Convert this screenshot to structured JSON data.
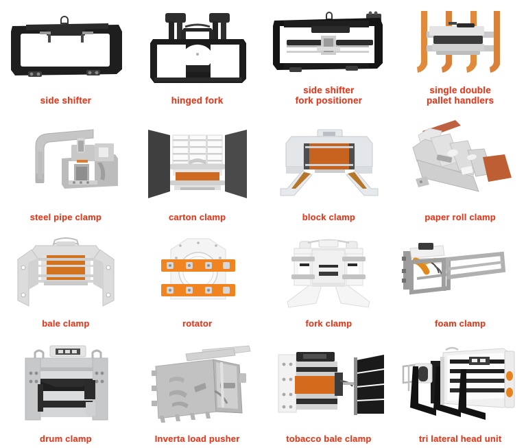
{
  "page": {
    "title": "Forklift Attachments Product Grid",
    "background_color": "#ffffff",
    "caption_color": "#E13A1E",
    "columns": 4,
    "rows": 4
  },
  "products": [
    {
      "id": "side-shifter",
      "label": "side shifter",
      "row": 1,
      "col": 1,
      "art": "black-rect-frame",
      "colors": [
        "#1c1c1c",
        "#2e2e2e"
      ]
    },
    {
      "id": "hinged-fork",
      "label": "hinged fork",
      "row": 1,
      "col": 2,
      "art": "black-hinged-fork",
      "colors": [
        "#1a1a1a",
        "#3a3a3a"
      ]
    },
    {
      "id": "side-shifter-fork-positioner",
      "label": "side shifter\nfork positioner",
      "row": 1,
      "col": 3,
      "art": "black-fork-positioner",
      "colors": [
        "#141414",
        "#c9c9c9"
      ]
    },
    {
      "id": "single-double-pallet-handlers",
      "label": "single double\npallet handlers",
      "row": 1,
      "col": 4,
      "art": "orange-pallet-handler",
      "colors": [
        "#E08A3C",
        "#c9c9c9"
      ]
    },
    {
      "id": "steel-pipe-clamp",
      "label": "steel pipe clamp",
      "row": 2,
      "col": 1,
      "art": "grey-pipe-clamp",
      "colors": [
        "#b9b9b9",
        "#8d8d8d"
      ]
    },
    {
      "id": "carton-clamp",
      "label": "carton clamp",
      "row": 2,
      "col": 2,
      "art": "carton-clamp",
      "colors": [
        "#4a4a4a",
        "#d9601f"
      ]
    },
    {
      "id": "block-clamp",
      "label": "block clamp",
      "row": 2,
      "col": 3,
      "art": "block-clamp",
      "colors": [
        "#dfe3e6",
        "#c8621f"
      ]
    },
    {
      "id": "paper-roll-clamp",
      "label": "paper roll clamp",
      "row": 2,
      "col": 4,
      "art": "paper-roll-clamp",
      "colors": [
        "#d8d8d8",
        "#bd5f33"
      ]
    },
    {
      "id": "bale-clamp",
      "label": "bale clamp",
      "row": 3,
      "col": 1,
      "art": "bale-clamp",
      "colors": [
        "#d5d7d8",
        "#d2731f"
      ]
    },
    {
      "id": "rotator",
      "label": "rotator",
      "row": 3,
      "col": 2,
      "art": "rotator",
      "colors": [
        "#f2f2f2",
        "#ef8420"
      ]
    },
    {
      "id": "fork-clamp",
      "label": "fork clamp",
      "row": 3,
      "col": 3,
      "art": "fork-clamp",
      "colors": [
        "#f0f0f0",
        "#b9b9b9"
      ]
    },
    {
      "id": "foam-clamp",
      "label": "foam clamp",
      "row": 3,
      "col": 4,
      "art": "foam-clamp",
      "colors": [
        "#b5b5b5",
        "#f09a1e"
      ]
    },
    {
      "id": "drum-clamp",
      "label": "drum clamp",
      "row": 4,
      "col": 1,
      "art": "drum-clamp",
      "colors": [
        "#c5c7c9",
        "#2b2b2b"
      ]
    },
    {
      "id": "inverta-load-pusher",
      "label": "Inverta load pusher",
      "row": 4,
      "col": 2,
      "art": "load-pusher",
      "colors": [
        "#bfbfbf",
        "#9a9a9a"
      ]
    },
    {
      "id": "tobacco-bale-clamp",
      "label": "tobacco bale clamp",
      "row": 4,
      "col": 3,
      "art": "tobacco-bale-clamp",
      "colors": [
        "#d46a1c",
        "#141414"
      ]
    },
    {
      "id": "tri-lateral-head-unit",
      "label": "tri lateral head unit",
      "row": 4,
      "col": 4,
      "art": "tri-lateral-head-unit",
      "colors": [
        "#ededed",
        "#111111"
      ]
    }
  ]
}
